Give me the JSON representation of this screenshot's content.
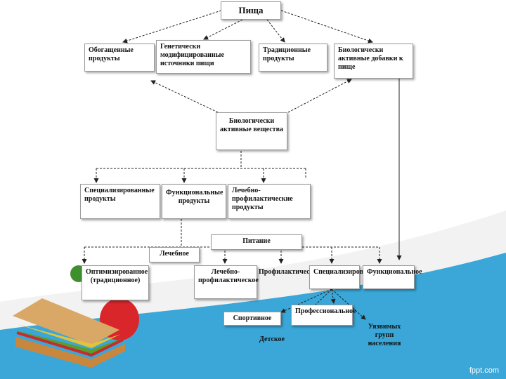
{
  "diagram": {
    "root": "Пища",
    "level1": [
      "Обогащенные продукты",
      "Генетически модифицированные источники пищи",
      "Традиционные продукты",
      "Биологически активные добавки к пище"
    ],
    "bav": "Биологически активные вещества",
    "level3": [
      "Специализированные продукты",
      "Функциональные продукты",
      "Лечебно-профилактические продукты"
    ],
    "nutrition": "Питание",
    "therapeutic": "Лечебное",
    "nutrition_types": [
      "Оптимизированное (традиционное)",
      "Лечебно-профилактическое",
      "Профилактическое",
      "Специализированное",
      "Функциональное"
    ],
    "specialized_types": [
      "Спортивное",
      "Профессиональное",
      "Детское",
      "Уязвимых групп населения"
    ]
  },
  "footer": "fppt.com"
}
